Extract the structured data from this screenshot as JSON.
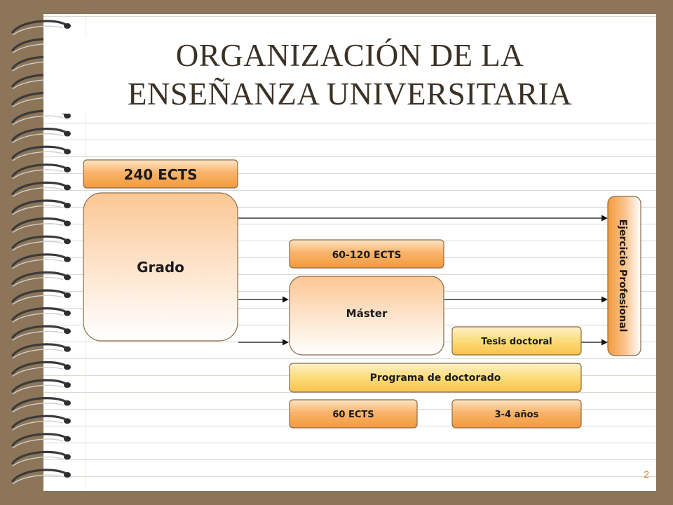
{
  "title": {
    "line1": "ORGANIZACIÓN DE LA",
    "line2": "ENSEÑANZA UNIVERSITARIA"
  },
  "diagram": {
    "grado_credits": "240 ECTS",
    "grado": "Grado",
    "master_credits": "60-120 ECTS",
    "master": "Máster",
    "tesis": "Tesis doctoral",
    "doctorado": "Programa de doctorado",
    "doctorado_credits": "60 ECTS",
    "doctorado_duration": "3-4 años",
    "ejercicio": "Ejercicio Profesional"
  },
  "colors": {
    "orange": "#f7a24b",
    "peach": "#fcd3ae",
    "yellow": "#fbd467",
    "border": "#8a6a4a",
    "spiral": "#3a3a3a"
  },
  "page": {
    "number": "2"
  }
}
